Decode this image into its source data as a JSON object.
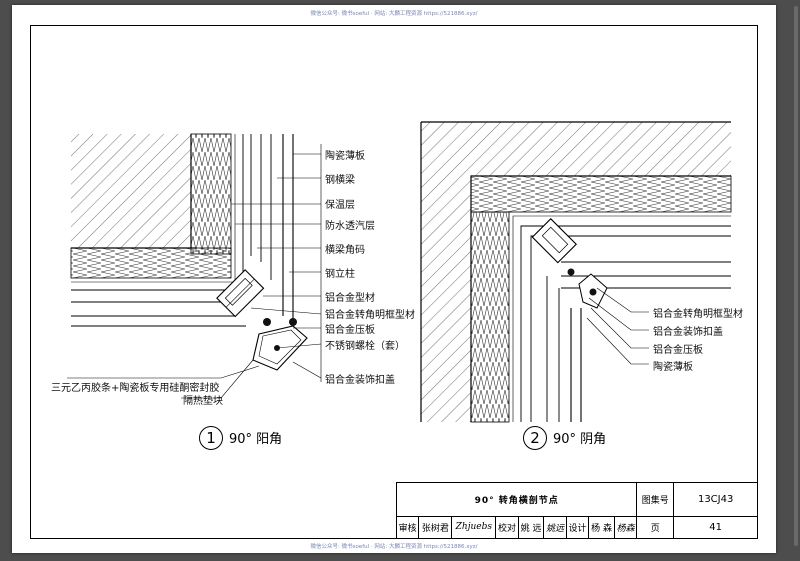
{
  "watermark_top": "微信公众号: 微书soeful · 网站: 大麟工程资源 https://521886.xyz/",
  "watermark_bottom": "微信公众号: 微书soeful · 网站: 大麟工程资源 https://521886.xyz/",
  "detail1": {
    "number": "1",
    "caption": "90° 阳角",
    "labels": {
      "ceramic_panel": "陶瓷薄板",
      "steel_beam": "钢横梁",
      "insulation": "保温层",
      "membrane": "防水透汽层",
      "beam_bracket": "横梁角码",
      "steel_column": "钢立柱",
      "alu_profile": "铝合金型材",
      "alu_corner_frame": "铝合金转角明框型材",
      "alu_press_plate": "铝合金压板",
      "ss_bolt": "不锈钢螺栓（套）",
      "alu_cover": "铝合金装饰扣盖",
      "sealant": "三元乙丙胶条+陶瓷板专用硅酮密封胶",
      "thermal_pad": "隔热垫块"
    }
  },
  "detail2": {
    "number": "2",
    "caption": "90° 阴角",
    "labels": {
      "alu_corner_frame": "铝合金转角明框型材",
      "alu_cover": "铝合金装饰扣盖",
      "alu_press_plate": "铝合金压板",
      "ceramic_panel": "陶瓷薄板"
    }
  },
  "title_block": {
    "title": "90° 转角横剖节点",
    "atlas_label": "图集号",
    "atlas_no": "13CJ43",
    "review_label": "审核",
    "reviewer": "张树君",
    "reviewer_sig": "Zhjuebs",
    "check_label": "校对",
    "checker": "姚 远",
    "checker_sig": "姚远",
    "design_label": "设计",
    "designer": "杨 森",
    "designer_sig": "杨森",
    "page_label": "页",
    "page_no": "41"
  }
}
